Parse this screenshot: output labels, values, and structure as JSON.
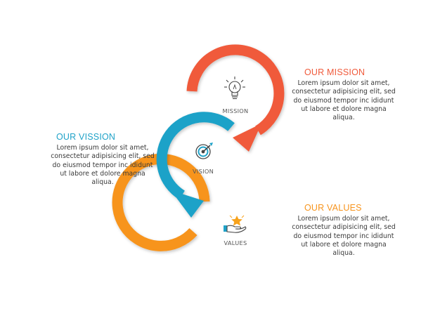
{
  "colors": {
    "mission": "#f05a3b",
    "vision": "#1fa2c8",
    "values": "#f7941d",
    "icon_dark": "#444444",
    "icon_target": "#1fa2c8",
    "icon_star": "#f7a21b"
  },
  "nodes": {
    "mission": {
      "label": "MISSION",
      "icon": "lightbulb-icon"
    },
    "vision": {
      "label": "VISION",
      "icon": "target-icon"
    },
    "values": {
      "label": "VALUES",
      "icon": "hand-star-icon"
    }
  },
  "blocks": {
    "mission": {
      "title": "OUR MISSION",
      "body": "Lorem ipsum dolor sit amet, consectetur adipisicing elit, sed do eiusmod tempor inc ididunt ut labore et dolore magna aliqua."
    },
    "vision": {
      "title": "OUR VISSION",
      "body": "Lorem ipsum dolor sit amet, consectetur adipisicing elit, sed do eiusmod tempor inc ididunt ut labore et dolore magna aliqua."
    },
    "values": {
      "title": "OUR VALUES",
      "body": "Lorem ipsum dolor sit amet, consectetur adipisicing elit, sed do eiusmod tempor inc ididunt ut labore et dolore magna aliqua."
    }
  }
}
